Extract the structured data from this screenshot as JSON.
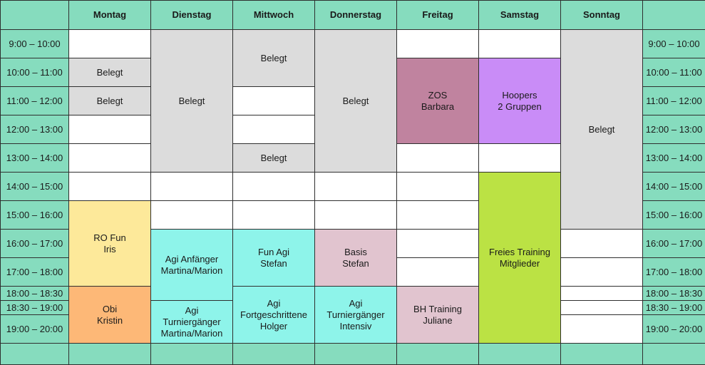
{
  "days": [
    "Montag",
    "Dienstag",
    "Mittwoch",
    "Donnerstag",
    "Freitag",
    "Samstag",
    "Sonntag"
  ],
  "times": [
    "9:00 – 10:00",
    "10:00 – 11:00",
    "11:00 – 12:00",
    "12:00 – 13:00",
    "13:00 – 14:00",
    "14:00 – 15:00",
    "15:00 – 16:00",
    "16:00 – 17:00",
    "17:00 – 18:00",
    "18:00 – 18:30",
    "18:30 – 19:00",
    "19:00 – 20:00"
  ],
  "colors": {
    "header": "#86dcbe",
    "empty": "#ffffff",
    "belegt": "#dcdcdc",
    "yellow": "#fde99a",
    "orange": "#fdb877",
    "cyan": "#8ef4ea",
    "pink": "#e1c4cf",
    "mauve": "#c0839f",
    "purple": "#c98cf7",
    "green": "#bbe244"
  },
  "columns": [
    [
      {
        "text": "",
        "span": 1,
        "color": "empty"
      },
      {
        "text": "Belegt",
        "span": 1,
        "color": "belegt"
      },
      {
        "text": "Belegt",
        "span": 1,
        "color": "belegt"
      },
      {
        "text": "",
        "span": 1,
        "color": "empty"
      },
      {
        "text": "",
        "span": 1,
        "color": "empty"
      },
      {
        "text": "",
        "span": 1,
        "color": "empty"
      },
      {
        "text": "RO Fun\nIris",
        "span": 3,
        "color": "yellow"
      },
      {
        "text": "Obi\nKristin",
        "span": 3,
        "color": "orange"
      }
    ],
    [
      {
        "text": "Belegt",
        "span": 5,
        "color": "belegt"
      },
      {
        "text": "",
        "span": 1,
        "color": "empty"
      },
      {
        "text": "",
        "span": 1,
        "color": "empty"
      },
      {
        "text": "Agi Anfänger\nMartina/Marion",
        "span": 3,
        "color": "cyan"
      },
      {
        "text": "Agi\nTurniergänger\nMartina/Marion",
        "span": 2,
        "color": "cyan"
      }
    ],
    [
      {
        "text": "Belegt",
        "span": 2,
        "color": "belegt"
      },
      {
        "text": "",
        "span": 1,
        "color": "empty"
      },
      {
        "text": "",
        "span": 1,
        "color": "empty"
      },
      {
        "text": "Belegt",
        "span": 1,
        "color": "belegt"
      },
      {
        "text": "",
        "span": 1,
        "color": "empty"
      },
      {
        "text": "",
        "span": 1,
        "color": "empty"
      },
      {
        "text": "Fun Agi\nStefan",
        "span": 2,
        "color": "cyan"
      },
      {
        "text": "Agi\nFortgeschrittene\nHolger",
        "span": 3,
        "color": "cyan"
      }
    ],
    [
      {
        "text": "Belegt",
        "span": 5,
        "color": "belegt"
      },
      {
        "text": "",
        "span": 1,
        "color": "empty"
      },
      {
        "text": "",
        "span": 1,
        "color": "empty"
      },
      {
        "text": "Basis\nStefan",
        "span": 2,
        "color": "pink"
      },
      {
        "text": "Agi\nTurniergänger\nIntensiv",
        "span": 3,
        "color": "cyan"
      }
    ],
    [
      {
        "text": "",
        "span": 1,
        "color": "empty"
      },
      {
        "text": "ZOS\nBarbara",
        "span": 3,
        "color": "mauve"
      },
      {
        "text": "",
        "span": 1,
        "color": "empty"
      },
      {
        "text": "",
        "span": 1,
        "color": "empty"
      },
      {
        "text": "",
        "span": 1,
        "color": "empty"
      },
      {
        "text": "",
        "span": 1,
        "color": "empty"
      },
      {
        "text": "",
        "span": 1,
        "color": "empty"
      },
      {
        "text": "BH Training\nJuliane",
        "span": 3,
        "color": "pink"
      }
    ],
    [
      {
        "text": "",
        "span": 1,
        "color": "empty"
      },
      {
        "text": "Hoopers\n2 Gruppen",
        "span": 3,
        "color": "purple"
      },
      {
        "text": "",
        "span": 1,
        "color": "empty"
      },
      {
        "text": "Freies Training\nMitglieder",
        "span": 7,
        "color": "green"
      }
    ],
    [
      {
        "text": "Belegt",
        "span": 7,
        "color": "belegt"
      },
      {
        "text": "",
        "span": 1,
        "color": "empty"
      },
      {
        "text": "",
        "span": 1,
        "color": "empty"
      },
      {
        "text": "",
        "span": 1,
        "color": "empty"
      },
      {
        "text": "",
        "span": 1,
        "color": "empty"
      },
      {
        "text": "",
        "span": 1,
        "color": "empty"
      }
    ]
  ]
}
